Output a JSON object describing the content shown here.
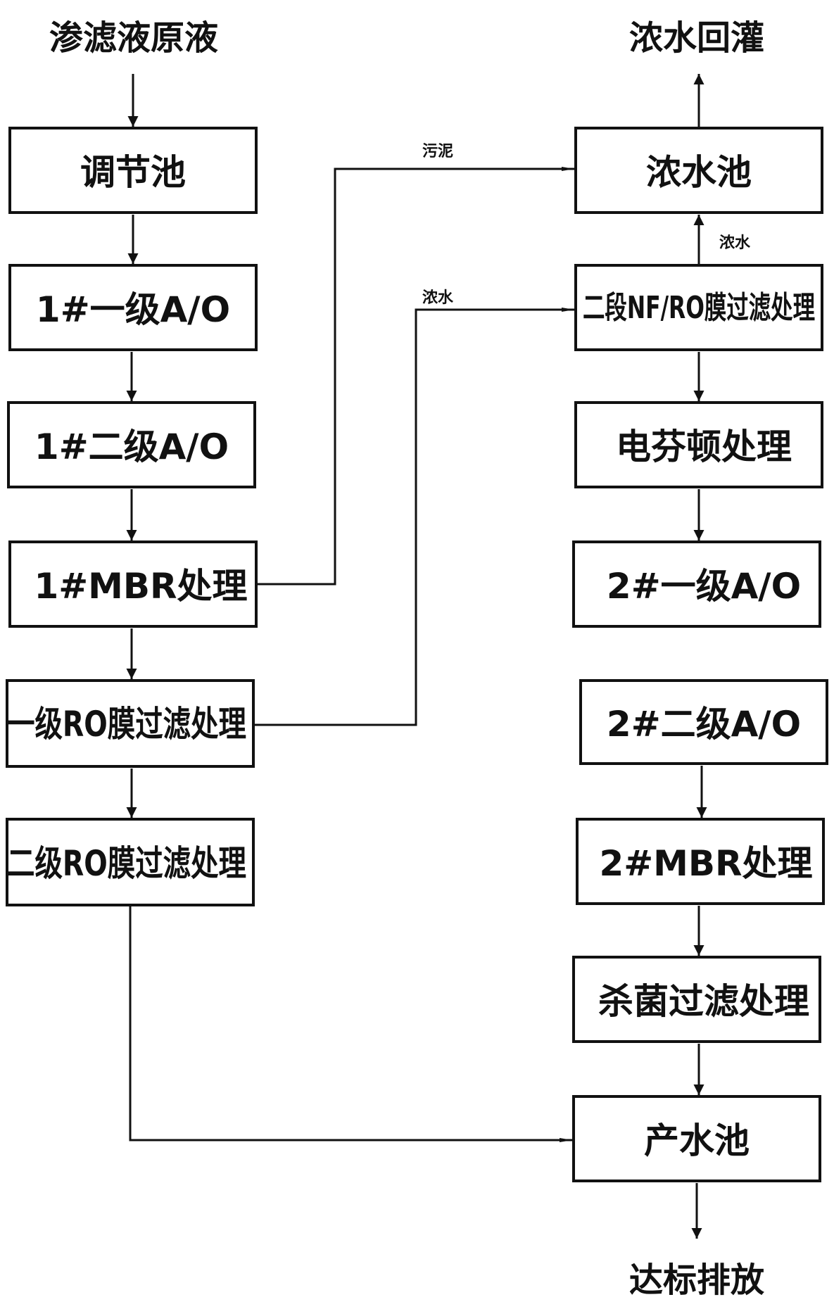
{
  "inputs": {
    "raw_leachate": "渗滤液原液",
    "concentrate_reinjection": "浓水回灌",
    "discharge": "达标排放"
  },
  "left_column": {
    "regulating_tank": "调节池",
    "ao1_stage1": "1#一级A/O",
    "ao1_stage2": "1#二级A/O",
    "mbr1": "1#MBR处理",
    "ro_stage1": "一级RO膜过滤处理",
    "ro_stage2": "二级RO膜过滤处理"
  },
  "right_column": {
    "concentrate_tank": "浓水池",
    "nf_ro_stage2": "二段NF/RO膜过滤处理",
    "electro_fenton": "电芬顿处理",
    "ao2_stage1": "2#一级A/O",
    "ao2_stage2": "2#二级A/O",
    "mbr2": "2#MBR处理",
    "sterilization_filter": "杀菌过滤处理",
    "product_water_tank": "产水池"
  },
  "edge_labels": {
    "sludge": "污泥",
    "concentrate_from_ro": "浓水",
    "concentrate_from_nf": "浓水"
  }
}
